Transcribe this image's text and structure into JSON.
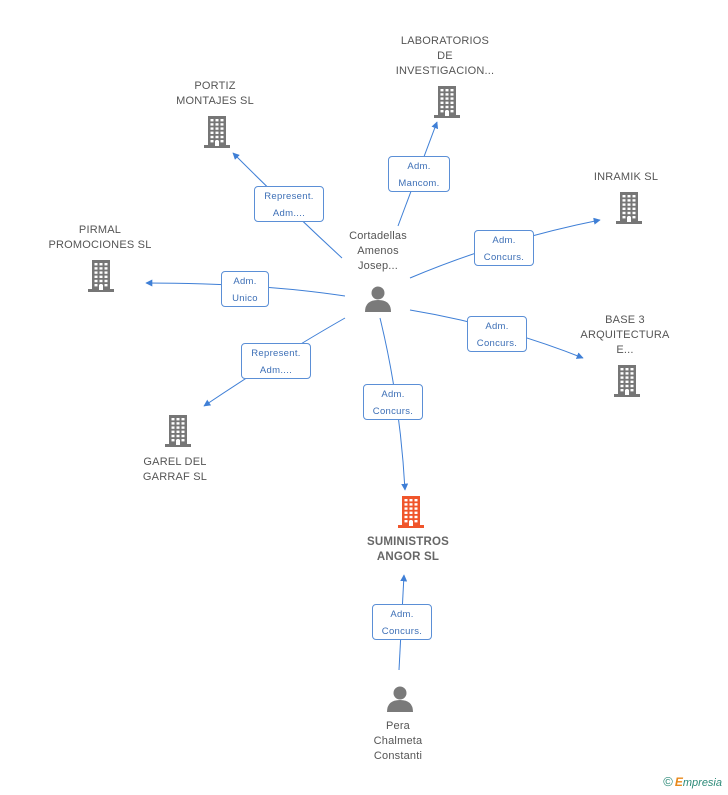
{
  "colors": {
    "edge": "#3f7fd6",
    "building": "#767676",
    "focus_building": "#f0552b",
    "person": "#7a7a7a"
  },
  "center_person": {
    "label": [
      "Cortadellas",
      "Amenos",
      "Josep..."
    ],
    "icon": "person-icon"
  },
  "focus_company": {
    "label": [
      "SUMINISTROS",
      "ANGOR SL"
    ],
    "icon": "building-icon"
  },
  "companies": [
    {
      "id": "laboratorios",
      "label": [
        "LABORATORIOS",
        "DE",
        "INVESTIGACION..."
      ],
      "icon": "building-icon"
    },
    {
      "id": "portiz",
      "label": [
        "PORTIZ",
        "MONTAJES SL"
      ],
      "icon": "building-icon"
    },
    {
      "id": "inramik",
      "label": [
        "INRAMIK SL"
      ],
      "icon": "building-icon"
    },
    {
      "id": "pirmal",
      "label": [
        "PIRMAL",
        "PROMOCIONES SL"
      ],
      "icon": "building-icon"
    },
    {
      "id": "base3",
      "label": [
        "BASE 3",
        "ARQUITECTURA",
        "E..."
      ],
      "icon": "building-icon"
    },
    {
      "id": "garel",
      "label": [
        "GAREL DEL",
        "GARRAF SL"
      ],
      "icon": "building-icon"
    }
  ],
  "other_person": {
    "label": [
      "Pera",
      "Chalmeta",
      "Constanti"
    ],
    "icon": "person-icon"
  },
  "relations": [
    {
      "id": "rel-laboratorios",
      "lines": [
        "Adm.",
        "Mancom."
      ]
    },
    {
      "id": "rel-portiz",
      "lines": [
        "Represent.",
        "Adm...."
      ]
    },
    {
      "id": "rel-inramik",
      "lines": [
        "Adm.",
        "Concurs."
      ]
    },
    {
      "id": "rel-pirmal",
      "lines": [
        "Adm.",
        "Unico"
      ]
    },
    {
      "id": "rel-base3",
      "lines": [
        "Adm.",
        "Concurs."
      ]
    },
    {
      "id": "rel-garel",
      "lines": [
        "Represent.",
        "Adm...."
      ]
    },
    {
      "id": "rel-focus",
      "lines": [
        "Adm.",
        "Concurs."
      ]
    },
    {
      "id": "rel-pera",
      "lines": [
        "Adm.",
        "Concurs."
      ]
    }
  ],
  "footer": {
    "copyright": "©",
    "brand_first": "E",
    "brand_rest": "mpresia"
  }
}
